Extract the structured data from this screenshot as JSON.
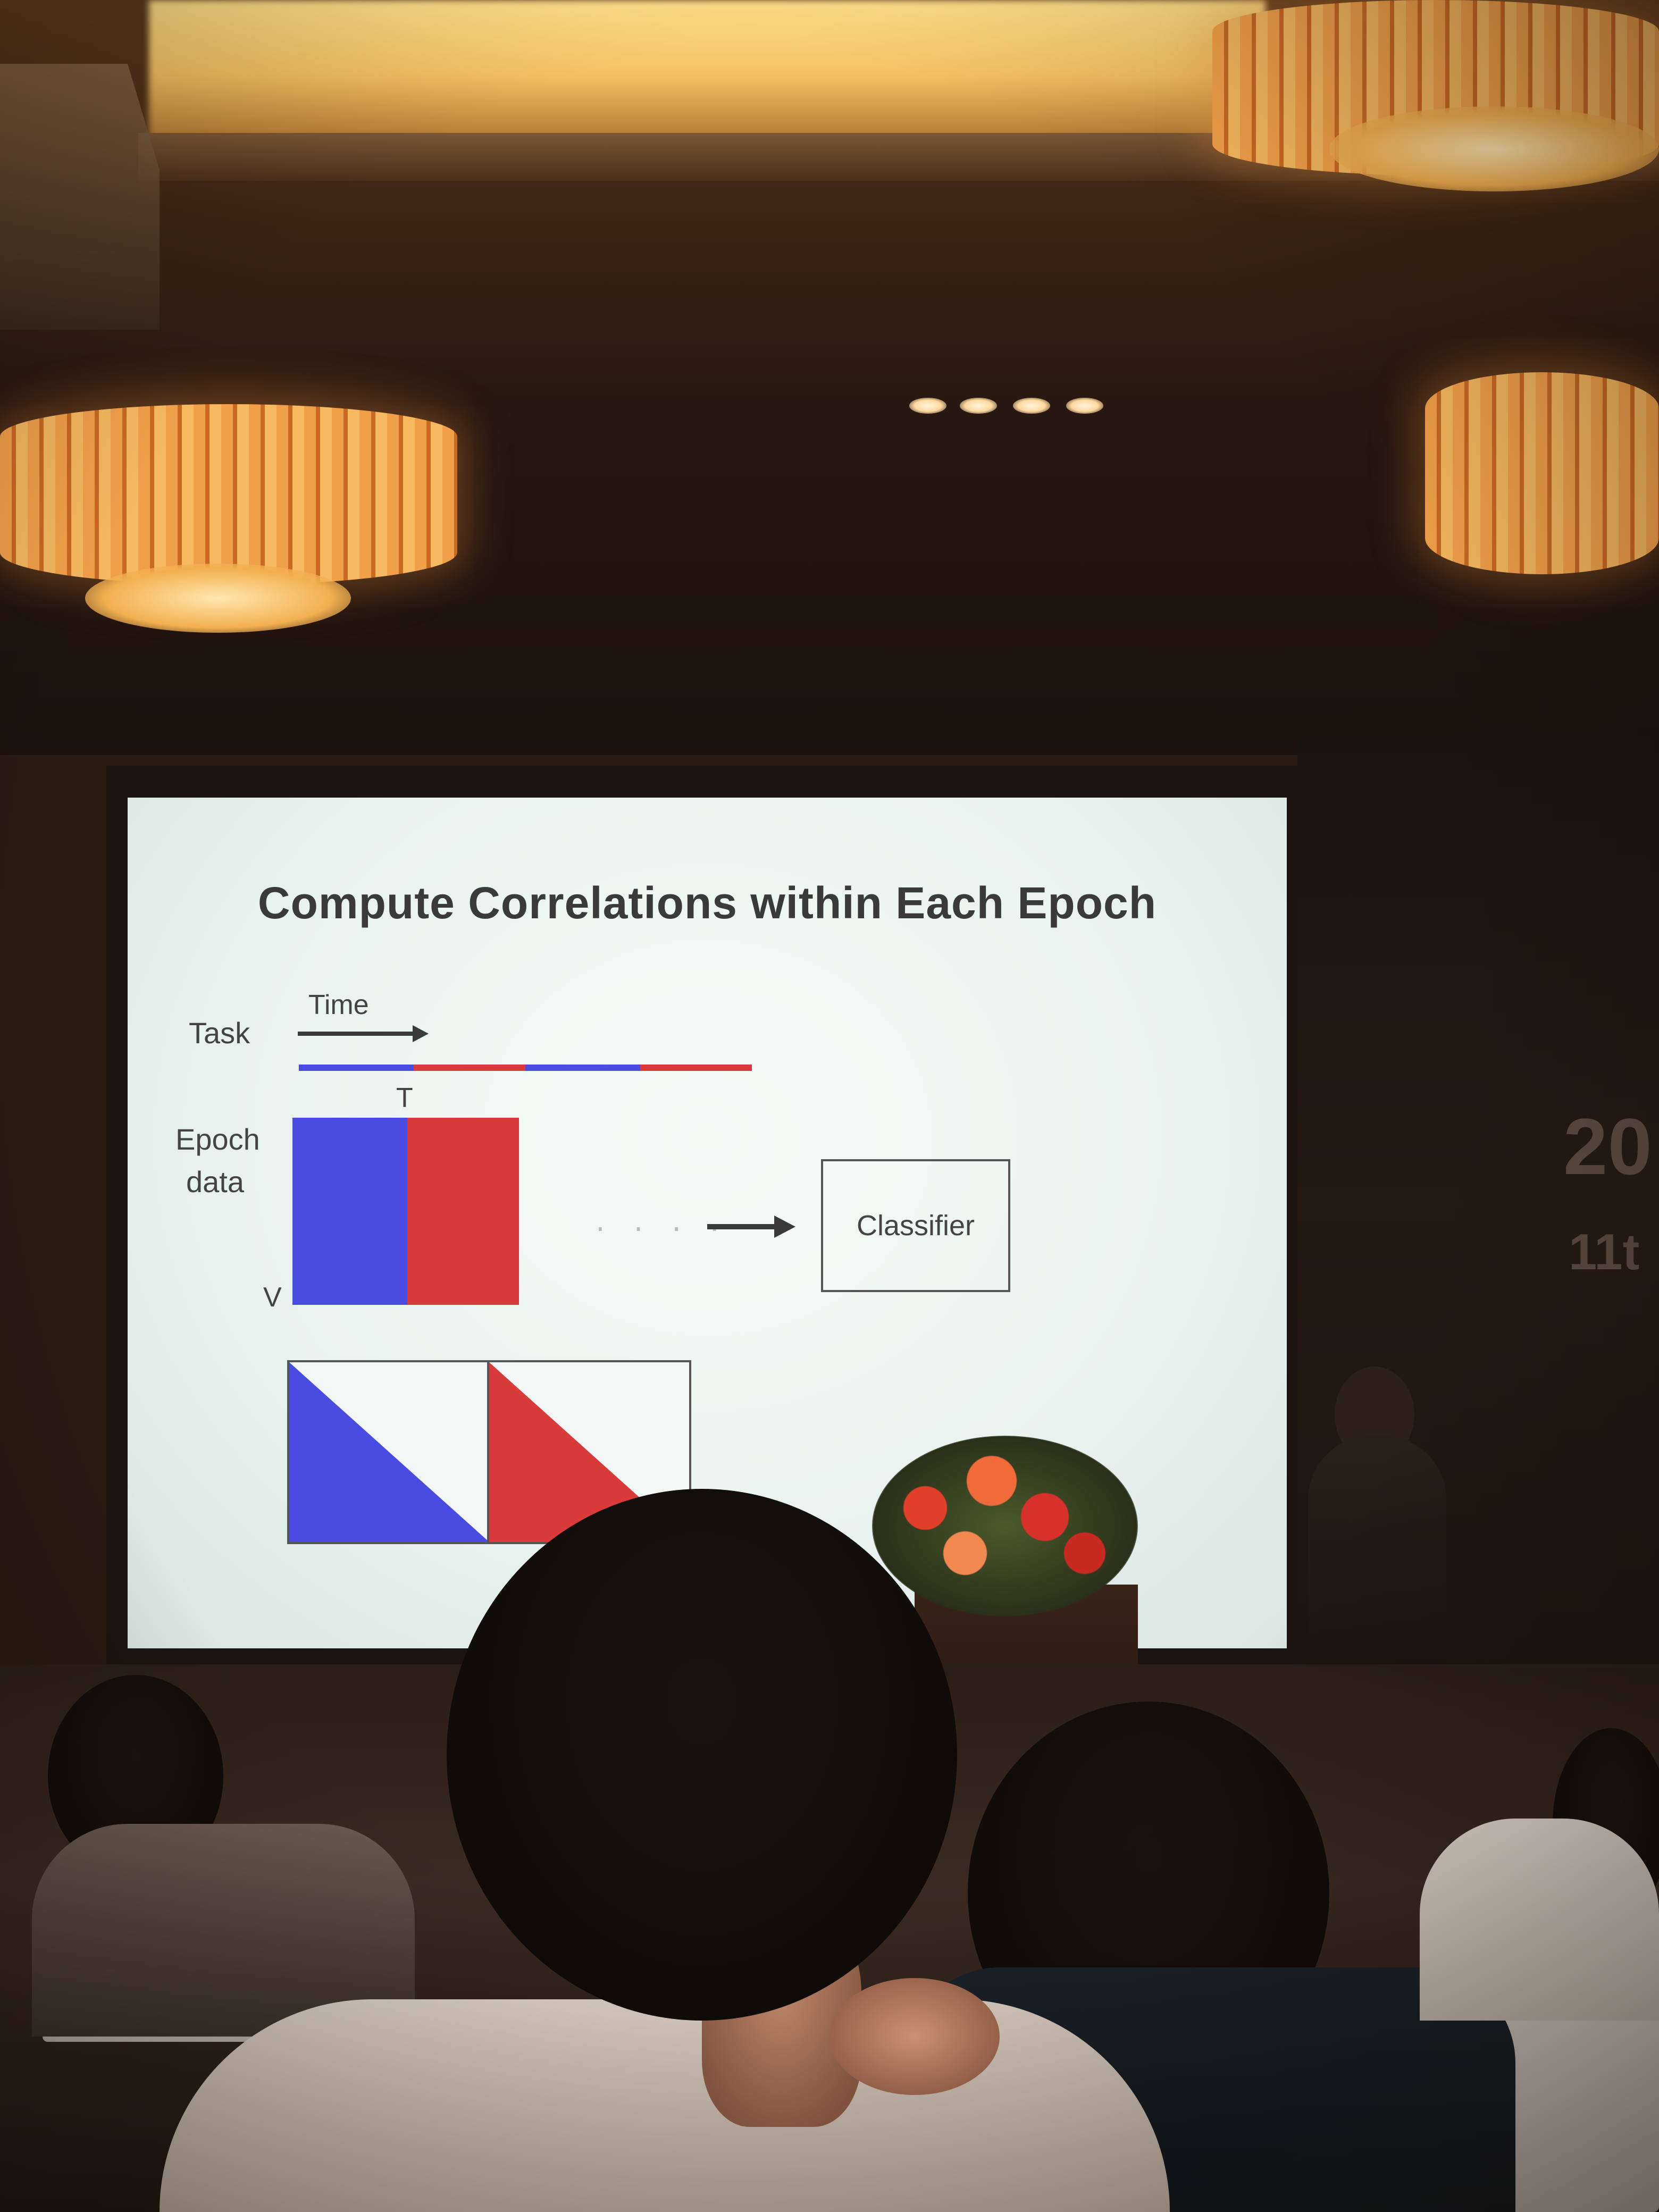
{
  "slide": {
    "title": "Compute Correlations within Each Epoch",
    "task_label": "Task",
    "time_label": "Time",
    "t_label": "T",
    "epoch_label_line1": "Epoch",
    "epoch_label_line2": "data",
    "v_label": "V",
    "classifier_label": "Classifier",
    "dots": "·  ·  ·  ·"
  },
  "banner": {
    "year_fragment": "20",
    "date_fragment": "11t"
  },
  "colors": {
    "blue": "#4a4be0",
    "red": "#d93a3a",
    "slide_background": "#e8f2ee"
  }
}
